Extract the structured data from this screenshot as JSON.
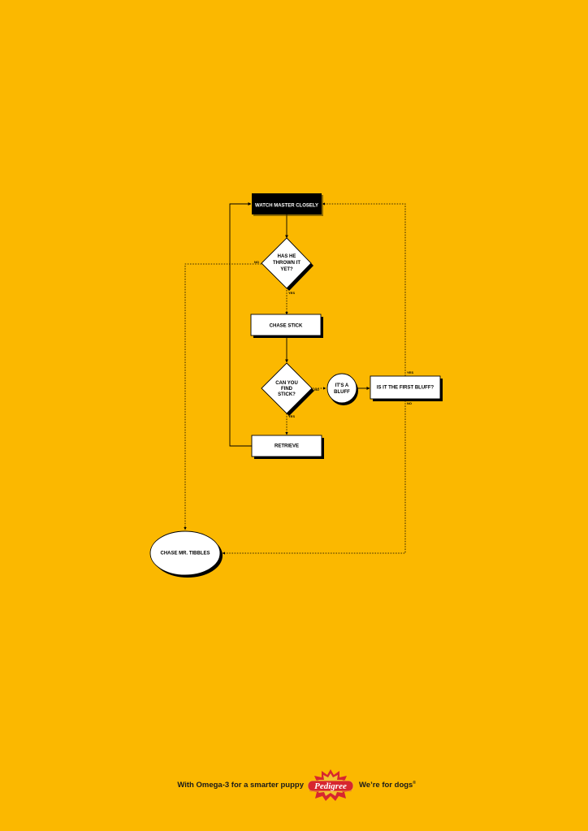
{
  "nodes": {
    "watch": "WATCH MASTER CLOSELY",
    "thrown": [
      "HAS HE",
      "THROWN IT",
      "YET?"
    ],
    "chase_stick": "CHASE STICK",
    "find_stick": [
      "CAN YOU",
      "FIND",
      "STICK?"
    ],
    "bluff": [
      "IT'S A",
      "BLUFF"
    ],
    "first_bluff": "IS IT THE FIRST BLUFF?",
    "retrieve": "RETRIEVE",
    "tibbles": "CHASE MR. TIBBLES"
  },
  "edges": {
    "thrown_no": "NO",
    "thrown_yes": "YES",
    "find_no": "NO",
    "find_yes": "YES",
    "first_yes": "YES",
    "first_no": "NO"
  },
  "footer": {
    "tagline_left": "With Omega-3 for a smarter puppy",
    "brand": "Pedigree",
    "tagline_right": "We’re for dogs",
    "trademark": "®"
  },
  "colors": {
    "background": "#FBB800",
    "ink": "#000000",
    "box_fill": "#FFFFFF",
    "brand_red": "#D7262F",
    "brand_gold": "#F2C230"
  }
}
